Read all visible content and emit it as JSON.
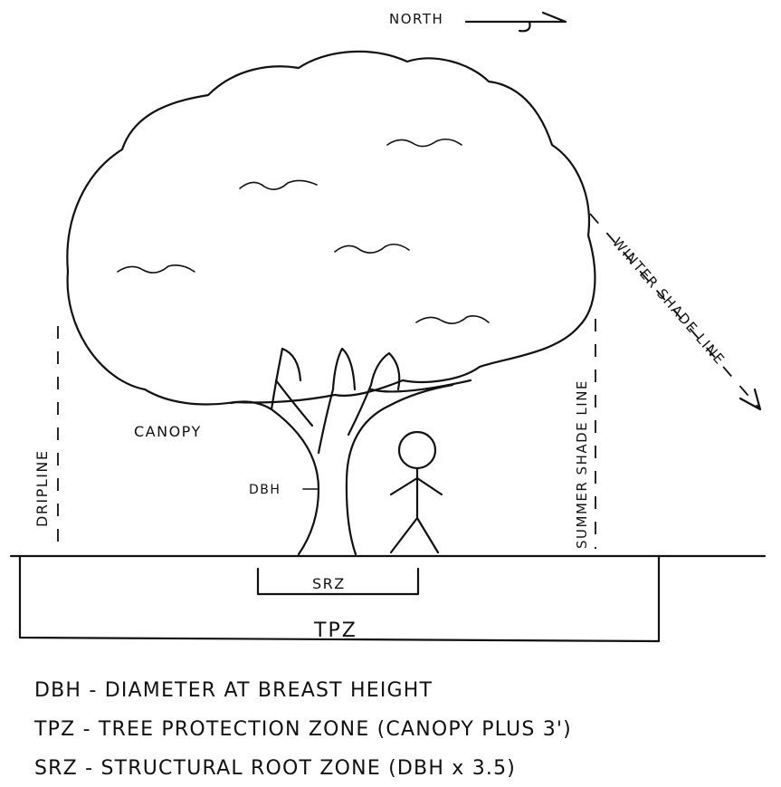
{
  "compass": {
    "label": "NORTH"
  },
  "labels": {
    "canopy": "CANOPY",
    "dbh": "DBH",
    "dripline": "DRIPLINE",
    "summer_shade_line": "SUMMER SHADE LINE",
    "winter_shade_line": "WINTER SHADE LINE",
    "srz": "SRZ",
    "tpz": "TPZ"
  },
  "legend": [
    "DBH - DIAMETER AT BREAST HEIGHT",
    "TPZ - TREE PROTECTION ZONE (CANOPY PLUS 3')",
    "SRZ - STRUCTURAL ROOT ZONE (DBH x 3.5)"
  ],
  "colors": {
    "ink": "#111111",
    "paper": "#ffffff"
  }
}
